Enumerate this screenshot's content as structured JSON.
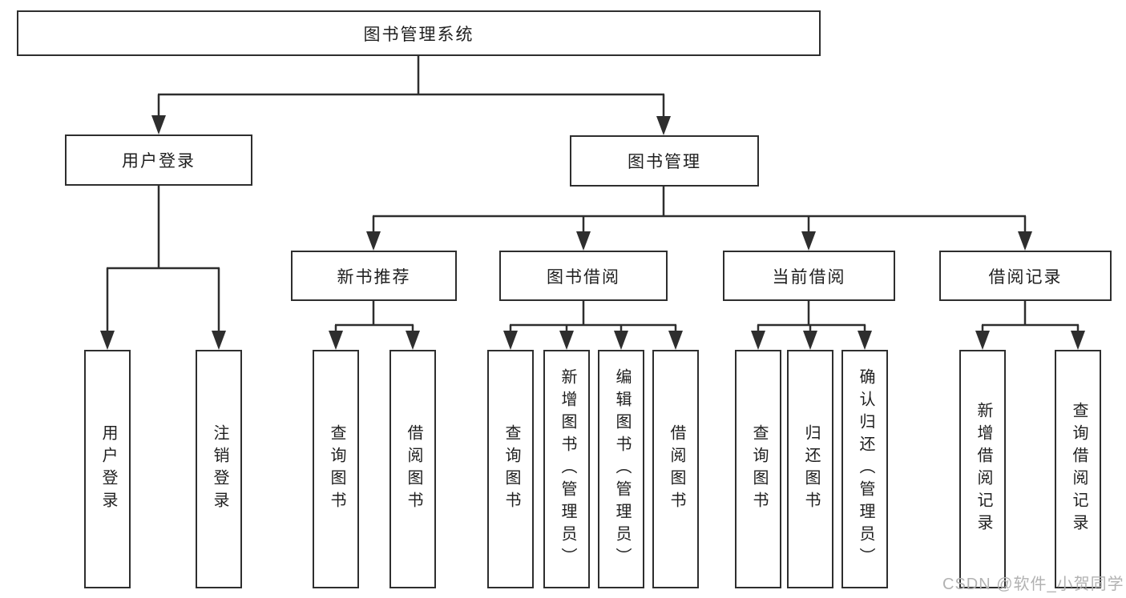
{
  "diagram": {
    "root": {
      "label": "图书管理系统"
    },
    "level2": [
      {
        "label": "用户登录"
      },
      {
        "label": "图书管理"
      }
    ],
    "level3": [
      {
        "label": "新书推荐"
      },
      {
        "label": "图书借阅"
      },
      {
        "label": "当前借阅"
      },
      {
        "label": "借阅记录"
      }
    ],
    "leaves": {
      "userLogin": [
        {
          "label": "用户登录"
        },
        {
          "label": "注销登录"
        }
      ],
      "newBook": [
        {
          "label": "查询图书"
        },
        {
          "label": "借阅图书"
        }
      ],
      "bookBorrow": [
        {
          "label": "查询图书"
        },
        {
          "label": "新增图书（管理员）"
        },
        {
          "label": "编辑图书（管理员）"
        },
        {
          "label": "借阅图书"
        }
      ],
      "currentBorrow": [
        {
          "label": "查询图书"
        },
        {
          "label": "归还图书"
        },
        {
          "label": "确认归还（管理员）"
        }
      ],
      "borrowRecord": [
        {
          "label": "新增借阅记录"
        },
        {
          "label": "查询借阅记录"
        }
      ]
    }
  },
  "watermark": {
    "text": "CSDN @软件_小贺同学",
    "color": "#b2b2b2"
  },
  "colors": {
    "line": "#2e2e2e",
    "background": "#ffffff",
    "text": "#1f1f1f"
  }
}
